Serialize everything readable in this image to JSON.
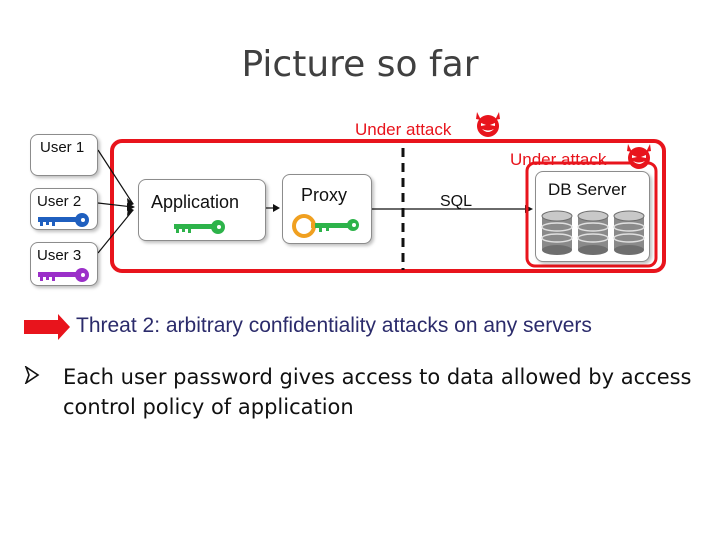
{
  "slide": {
    "title": "Picture so far",
    "under_attack_1": "Under attack",
    "under_attack_2": "Under attack",
    "users": [
      "User 1",
      "User 2",
      "User 3"
    ],
    "application_label": "Application",
    "proxy_label": "Proxy",
    "sql_label": "SQL",
    "db_server_label": "DB Server",
    "threat_text": "Threat 2: arbitrary confidentiality attacks on any servers",
    "bullet_text": "Each user password gives access to data allowed by access control policy of application"
  },
  "colors": {
    "attack_red": "#e8141c",
    "key_green": "#2db34a",
    "key_blue": "#1f5fbf",
    "key_purple": "#9b2fc9",
    "key_orange": "#f0a020",
    "db_gray": "#8a8a8a"
  },
  "icons": [
    "devil-icon",
    "key-icon",
    "database-icon",
    "arrow-right-icon",
    "bullet-arrow-icon"
  ]
}
